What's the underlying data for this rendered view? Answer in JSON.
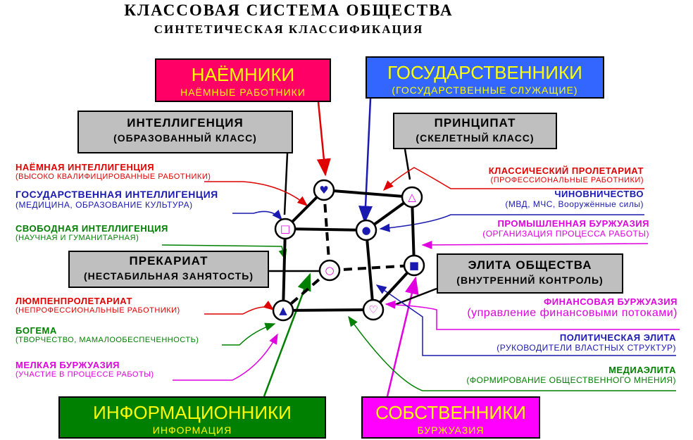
{
  "header": {
    "title": "КЛАССОВАЯ СИСТЕМА ОБЩЕСТВА",
    "subtitle": "СИНТЕТИЧЕСКАЯ КЛАССИФИКАЦИЯ"
  },
  "color_boxes": {
    "naemniki": {
      "title": "НАЁМНИКИ",
      "sub": "НАЁМНЫЕ РАБОТНИКИ",
      "bg": "#ff0066",
      "fg": "#ffff00"
    },
    "gosudarstvenniki": {
      "title": "ГОСУДАРСТВЕННИКИ",
      "sub": "(ГОСУДАРСТВЕННЫЕ СЛУЖАЩИЕ)",
      "bg": "#3366ff",
      "fg": "#ffff00"
    },
    "informatsionniki": {
      "title": "ИНФОРМАЦИОННИКИ",
      "sub": "ИНФОРМАЦИЯ",
      "bg": "#008000",
      "fg": "#ffff00"
    },
    "sobstvenniki": {
      "title": "СОБСТВЕННИКИ",
      "sub": "БУРЖУАЗИЯ",
      "bg": "#ff00ff",
      "fg": "#ffff00"
    }
  },
  "gray_boxes": {
    "intelligentsia": {
      "title": "ИНТЕЛЛИГЕНЦИЯ",
      "sub": "(ОБРАЗОВАННЫЙ КЛАСС)"
    },
    "printsipat": {
      "title": "ПРИНЦИПАТ",
      "sub": "(СКЕЛЕТНЫЙ КЛАСС)"
    },
    "prekariat": {
      "title": "ПРЕКАРИАТ",
      "sub": "(НЕСТАБИЛЬНАЯ ЗАНЯТОСТЬ)"
    },
    "elita": {
      "title": "ЭЛИТА ОБЩЕСТВА",
      "sub": "(ВНУТРЕННИЙ КОНТРОЛЬ)"
    }
  },
  "left_labels": [
    {
      "title": "НАЁМНАЯ ИНТЕЛЛИГЕНЦИЯ",
      "sub": "(ВЫСОКО КВАЛИФИЦИРОВАННЫЕ РАБОТНИКИ)",
      "color": "#e00000"
    },
    {
      "title": "ГОСУДАРСТВЕННАЯ ИНТЕЛЛИГЕНЦИЯ",
      "sub": "(МЕДИЦИНА, ОБРАЗОВАНИЕ КУЛЬТУРА)",
      "color": "#1a1ab0"
    },
    {
      "title": "СВОБОДНАЯ ИНТЕЛЛИГЕНЦИЯ",
      "sub": "(НАУЧНАЯ И ГУМАНИТАРНАЯ)",
      "color": "#008000"
    },
    {
      "title": "ЛЮМПЕНПРОЛЕТАРИАТ",
      "sub": "(НЕПРОФЕССИОНАЛЬНЫЕ РАБОТНИКИ)",
      "color": "#e00000"
    },
    {
      "title": "БОГЕМА",
      "sub": "(ТВОРЧЕСТВО, МАМАЛООБЕСПЕЧЕННОСТЬ)",
      "color": "#008000"
    },
    {
      "title": "МЕЛКАЯ БУРЖУАЗИЯ",
      "sub": "(УЧАСТИЕ В ПРОЦЕССЕ РАБОТЫ)",
      "color": "#e000e0"
    }
  ],
  "right_labels": [
    {
      "title": "КЛАССИЧЕСКИЙ ПРОЛЕТАРИАТ",
      "sub": "(ПРОФЕССИОНАЛЬНЫЕ РАБОТНИКИ)",
      "color": "#e00000"
    },
    {
      "title": "ЧИНОВНИЧЕСТВО",
      "sub": "(МВД, МЧС, Вооружённые силы)",
      "color": "#1a1ab0"
    },
    {
      "title": "ПРОМЫШЛЕННАЯ БУРЖУАЗИЯ",
      "sub": "(ОРГАНИЗАЦИЯ ПРОЦЕССА РАБОТЫ)",
      "color": "#e000e0"
    },
    {
      "title": "ФИНАНСОВАЯ БУРЖУАЗИЯ",
      "sub": "(управление финансовыми потоками)",
      "color": "#e000e0"
    },
    {
      "title": "ПОЛИТИЧЕСКАЯ ЭЛИТА",
      "sub": "(РУКОВОДИТЕЛИ ВЛАСТНЫХ СТРУКТУР)",
      "color": "#1a1ab0"
    },
    {
      "title": "МЕДИАЭЛИТА",
      "sub": "(ФОРМИРОВАНИЕ ОБЩЕСТВЕННОГО МНЕНИЯ)",
      "color": "#008000"
    }
  ],
  "nodes": [
    {
      "name": "heart-solid",
      "glyph": "♥",
      "color": "#1a1ab0"
    },
    {
      "name": "triangle-outline",
      "glyph": "△",
      "color": "#e000e0"
    },
    {
      "name": "square-outline",
      "glyph": "□",
      "color": "#e000e0"
    },
    {
      "name": "circle-solid",
      "glyph": "●",
      "color": "#1a1ab0"
    },
    {
      "name": "circle-outline",
      "glyph": "○",
      "color": "#e000e0"
    },
    {
      "name": "square-solid",
      "glyph": "■",
      "color": "#1a1ab0"
    },
    {
      "name": "triangle-solid",
      "glyph": "▲",
      "color": "#1a1ab0"
    },
    {
      "name": "heart-outline",
      "glyph": "♡",
      "color": "#e000e0"
    }
  ]
}
